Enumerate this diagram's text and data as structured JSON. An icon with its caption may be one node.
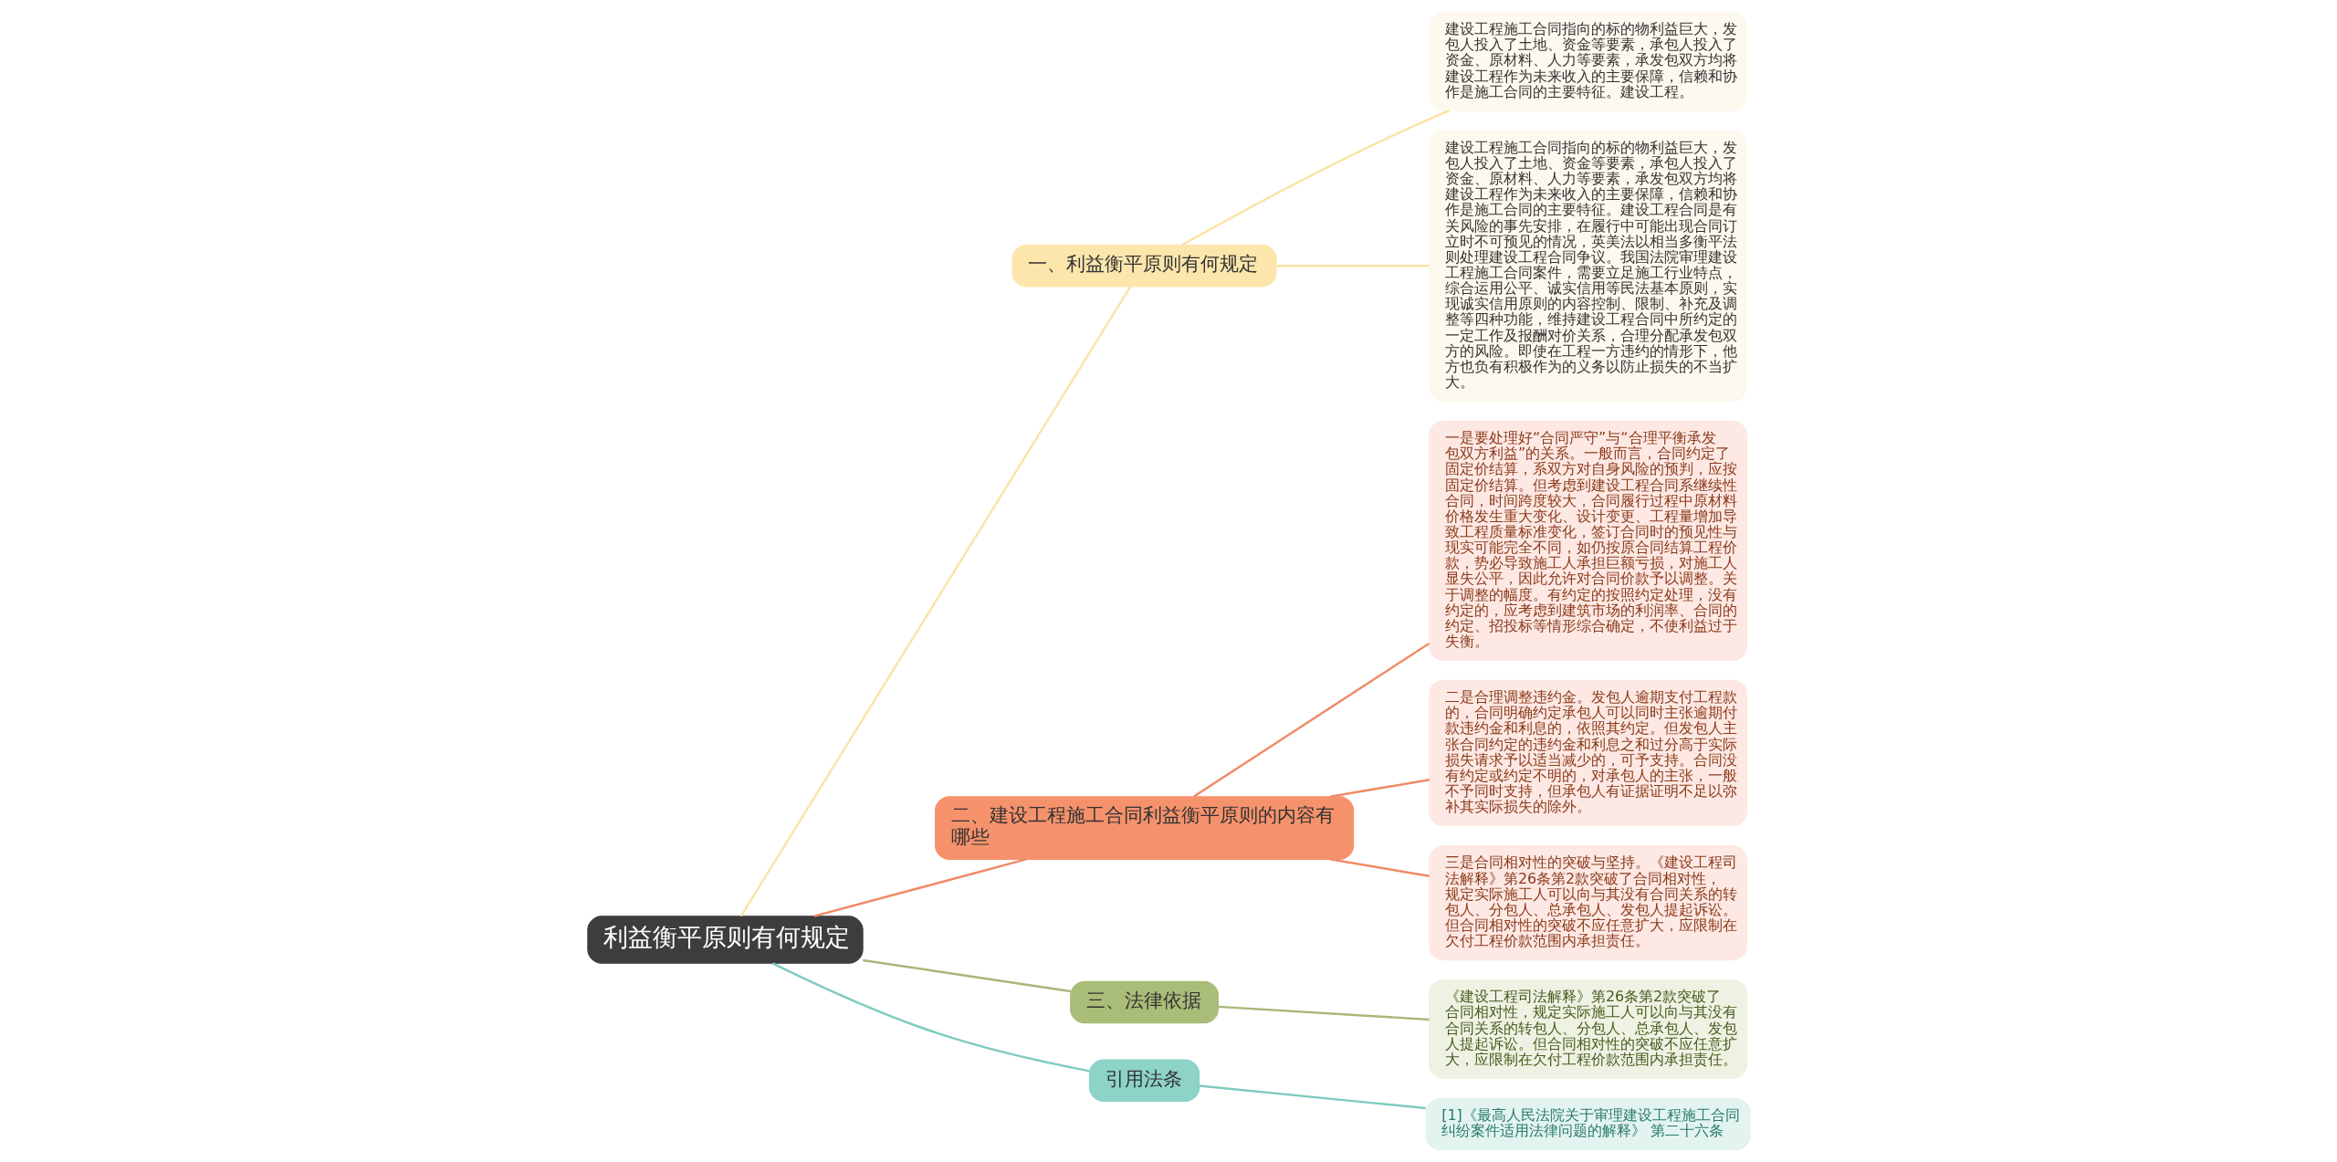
{
  "diagram": {
    "nodes": [
      {
        "text": [
          "利益衡平原则有何规定"
        ]
      },
      {
        "text": [
          "一、利益衡平原则有何规定"
        ]
      },
      {
        "text": [
          "建设工程施工合同指向的标的物利益巨大，发包人投入了土地、资金等要素，承包人投入了资金、原材料、人力等要素，承发包双方均将建设工程作为未来收入的主要保障，信赖和协作是施工合同的主要特征。建设工程。"
        ]
      },
      {
        "text": [
          "建设工程施工合同指向的标的物利益巨大，发包人投入了土地、资金等要素，承包人投入了资金、原材料、人力等要素，承发包双方均将建设工程作为未来收入的主要保障，信赖和协作是施工合同的主要特征。建设工程合同是有关风险的事先安排，在履行中可能出现合同订立时不可预见的情况，英美法以相当多衡平法则处理建设工程合同争议。我国法院审理建设工程施工合同案件，需要立足施工行业特点，综合运用公平、诚实信用等民法基本原则，实现诚实信用原则的内容控制、限制、补充及调整等四种功能，维持建设工程合同中所约定的一定工作及报酬对价关系，合理分配承发包双方的风险。即使在工程一方违约的情形下，他方也负有积极作为的义务以防止损失的不当扩大。"
        ]
      },
      {
        "text": [
          "二、建设工程施工合同利益衡平原则的内容有哪些"
        ]
      },
      {
        "text": [
          "一是要处理好“合同严守”与“合理平衡承发包双方利益”的关系。一般而言，合同约定了固定价结算，系双方对自身风险的预判，应按固定价结算。但考虑到建设工程合同系继续性合同，时间跨度较大，合同履行过程中原材料价格发生重大变化、设计变更、工程量增加导致工程质量标准变化，签订合同时的预见性与现实可能完全不同，如仍按原合同结算工程价款，势必导致施工人承担巨额亏损，对施工人显失公平，因此允许对合同价款予以调整。关于调整的幅度。有约定的按照约定处理，没有约定的，应考虑到建筑市场的利润率、合同的约定、招投标等情形综合确定，不使利益过于失衡。"
        ]
      },
      {
        "text": [
          "二是合理调整违约金。发包人逾期支付工程款的，合同明确约定承包人可以同时主张逾期付款违约金和利息的，依照其约定。但发包人主张合同约定的违约金和利息之和过分高于实际损失请求予以适当减少的，可予支持。合同没有约定或约定不明的，对承包人的主张，一般不予同时支持，但承包人有证据证明不足以弥补其实际损失的除外。"
        ]
      },
      {
        "text": [
          "三是合同相对性的突破与坚持。《建设工程司法解释》第26条第2款突破了合同相对性，规定实际施工人可以向与其没有合同关系的转包人、分包人、总承包人、发包人提起诉讼。但合同相对性的突破不应任意扩大，应限制在欠付工程价款范围内承担责任。"
        ]
      },
      {
        "text": [
          "三、法律依据"
        ]
      },
      {
        "text": [
          "《建设工程司法解释》第26条第2款突破了合同相对性，规定实际施工人可以向与其没有合同关系的转包人、分包人、总承包人、发包人提起诉讼。但合同相对性的突破不应任意扩大，应限制在欠付工程价款范围内承担责任。"
        ]
      },
      {
        "text": [
          "引用法条"
        ]
      },
      {
        "text": [
          "[1]《最高人民法院关于审理建设工程施工合同纠纷案件适用法律问题的解释》 第二十六条"
        ]
      }
    ],
    "edges": [
      {
        "from": 0,
        "to": 1,
        "arrow": "none",
        "color": "#fbe3a6"
      },
      {
        "from": 1,
        "to": 2,
        "arrow": "none",
        "color": "#fbe3a6"
      },
      {
        "from": 1,
        "to": 3,
        "arrow": "none",
        "color": "#fbe3a6"
      },
      {
        "from": 0,
        "to": 4,
        "arrow": "none",
        "color": "#f08a66"
      },
      {
        "from": 4,
        "to": 5,
        "arrow": "none",
        "color": "#f08a66"
      },
      {
        "from": 4,
        "to": 6,
        "arrow": "none",
        "color": "#f08a66"
      },
      {
        "from": 4,
        "to": 7,
        "arrow": "none",
        "color": "#f08a66"
      },
      {
        "from": 0,
        "to": 8,
        "arrow": "none",
        "color": "#a7b878"
      },
      {
        "from": 8,
        "to": 9,
        "arrow": "none",
        "color": "#a7b878"
      },
      {
        "from": 0,
        "to": 10,
        "arrow": "none",
        "color": "#7fcbbf"
      },
      {
        "from": 10,
        "to": 11,
        "arrow": "none",
        "color": "#7fcbbf"
      }
    ]
  }
}
